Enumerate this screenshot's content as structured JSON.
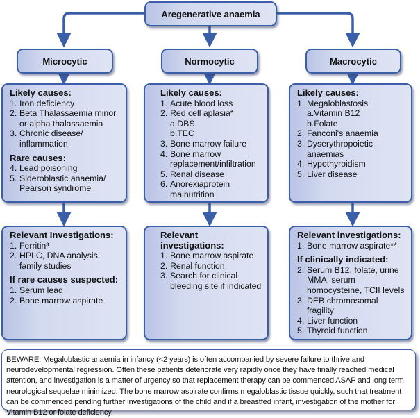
{
  "root": {
    "label": "Aregenerative anaemia"
  },
  "categories": [
    {
      "id": "microcytic",
      "label": "Microcytic",
      "causes": [
        {
          "heading": "Likely causes:",
          "items": [
            {
              "num": "1.",
              "text": "Iron deficiency"
            },
            {
              "num": "2.",
              "text": "Beta Thalassaemia minor or alpha thalassaemia"
            },
            {
              "num": "3.",
              "text": "Chronic disease/ inflammation"
            }
          ]
        },
        {
          "heading": "Rare causes:",
          "items": [
            {
              "num": "4.",
              "text": "Lead poisoning"
            },
            {
              "num": "5.",
              "text": "Sideroblastic anaemia/ Pearson syndrome"
            }
          ]
        }
      ],
      "investigations": [
        {
          "heading": "Relevant Investigations:",
          "items": [
            {
              "num": "1.",
              "text": "Ferritin³"
            },
            {
              "num": "2.",
              "text": "HPLC, DNA analysis, family studies"
            }
          ]
        },
        {
          "heading": "If rare causes suspected:",
          "items": [
            {
              "num": "1.",
              "text": "Serum lead"
            },
            {
              "num": "2.",
              "text": "Bone marrow aspirate"
            }
          ]
        }
      ]
    },
    {
      "id": "normocytic",
      "label": "Normocytic",
      "causes": [
        {
          "heading": "Likely causes:",
          "items": [
            {
              "num": "1.",
              "text": "Acute blood loss"
            },
            {
              "num": "2.",
              "text": "Red cell aplasia*",
              "sub": [
                "a.DBS",
                "b.TEC"
              ]
            },
            {
              "num": "3.",
              "text": "Bone marrow failure"
            },
            {
              "num": "4.",
              "text": "Bone marrow replacement/infiltration"
            },
            {
              "num": "5.",
              "text": "Renal disease"
            },
            {
              "num": "6.",
              "text": "Anorexiaprotein malnutrition"
            }
          ]
        }
      ],
      "investigations": [
        {
          "heading": "Relevant investigations:",
          "items": [
            {
              "num": "1.",
              "text": "Bone marrow aspirate"
            },
            {
              "num": "2.",
              "text": "Renal function"
            },
            {
              "num": "3.",
              "text": "Search for clinical bleeding site if indicated"
            }
          ]
        }
      ]
    },
    {
      "id": "macrocytic",
      "label": "Macrocytic",
      "causes": [
        {
          "heading": "Likely causes:",
          "items": [
            {
              "num": "1.",
              "text": "Megaloblastosis",
              "sub": [
                "a.Vitamin B12",
                "b.Folate"
              ]
            },
            {
              "num": "2.",
              "text": "Fanconi's anaemia"
            },
            {
              "num": "3.",
              "text": "Dyserythropoietic anaemias"
            },
            {
              "num": "4.",
              "text": "Hypothyroidism"
            },
            {
              "num": "5.",
              "text": "Liver disease"
            }
          ]
        }
      ],
      "investigations": [
        {
          "heading": "Relevant investigations:",
          "items": [
            {
              "num": "1.",
              "text": "Bone marrow aspirate**"
            }
          ]
        },
        {
          "heading": "If clinically indicated:",
          "items": [
            {
              "num": "2.",
              "text": "Serum B12, folate, urine MMA, serum homocysteine, TCII levels"
            },
            {
              "num": "3.",
              "text": "DEB chromosomal fragility"
            },
            {
              "num": "4.",
              "text": "Liver function"
            },
            {
              "num": "5.",
              "text": "Thyroid function"
            }
          ]
        }
      ]
    }
  ],
  "beware": {
    "text": "BEWARE: Megaloblastic anaemia in infancy (<2 years) is often accompanied by severe failure to thrive and neurodevelopmental regression. Often these patients deteriorate very rapidly once they have finally reached medical attention, and investigation is a matter of urgency so that replacement therapy can be commenced ASAP and long term neurological sequelae minimized. The bone marrow aspirate confirms megaloblastic tissue quickly, such that treatment can be commenced pending further investigations of the child and if a breastfed infant, investigation of the mother for Vitamin B12 or folate deficiency."
  },
  "colors": {
    "border": "#3a5ea8",
    "arrow": "#3a5ea8",
    "fill_light": "#dfe4f4",
    "fill_dark": "#b9c3e4"
  }
}
